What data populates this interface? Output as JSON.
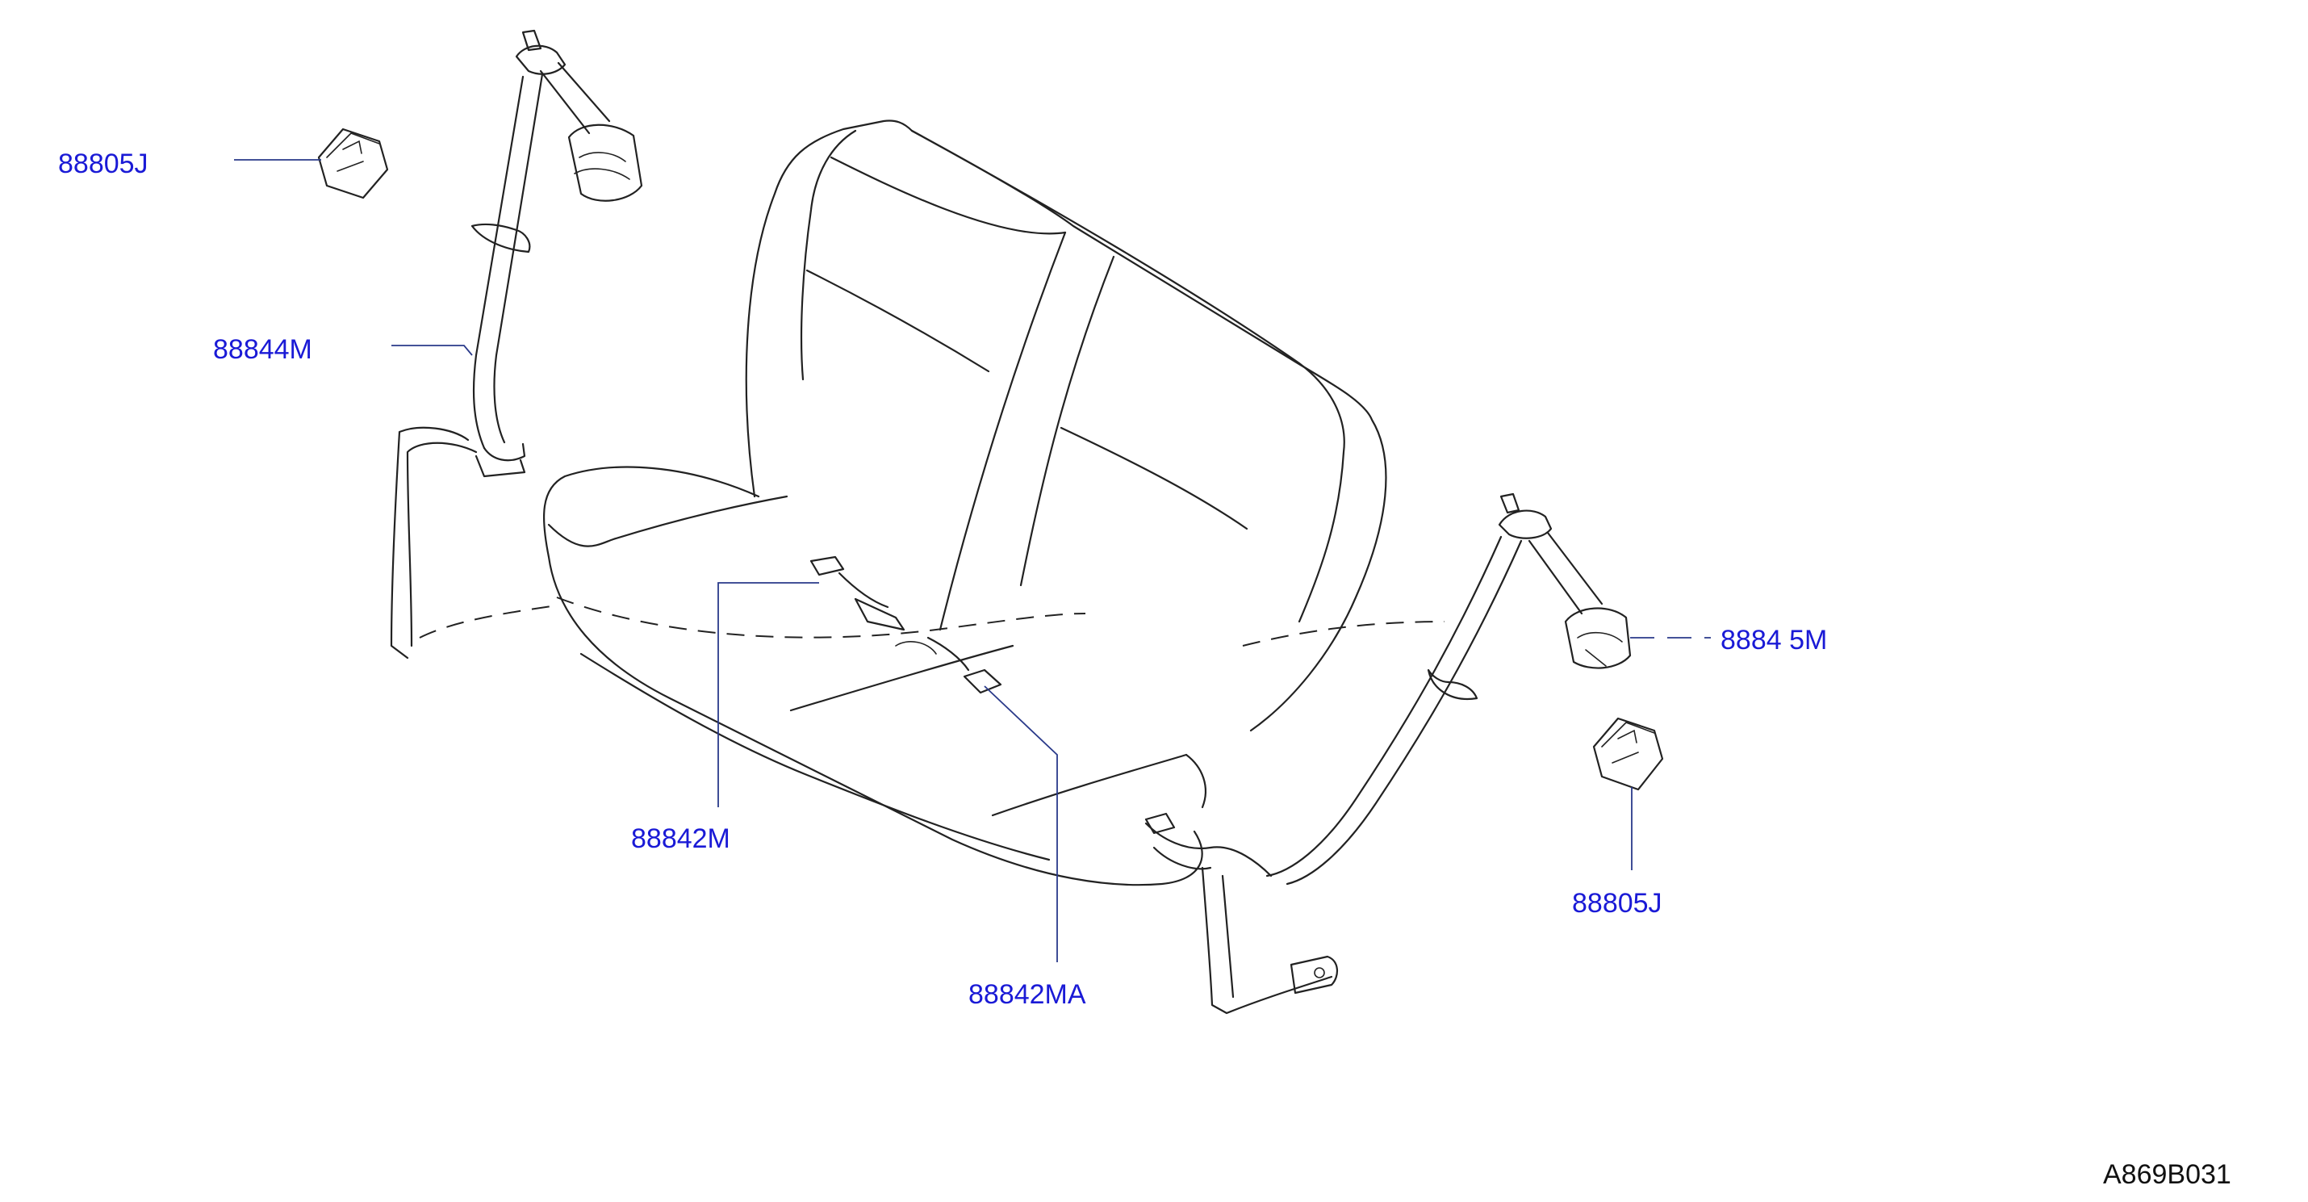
{
  "labels": {
    "retainer_left": "88805J",
    "belt_left_outer": "88844M",
    "buckle_left": "88842M",
    "buckle_right": "88842MA",
    "belt_right_outer": "8884 5M",
    "retainer_right": "88805J"
  },
  "diagram_code": "A869B031",
  "colors": {
    "label": "#1a1ad6",
    "line_art": "#222222",
    "leader": "#2a3a8a",
    "background": "#ffffff"
  }
}
